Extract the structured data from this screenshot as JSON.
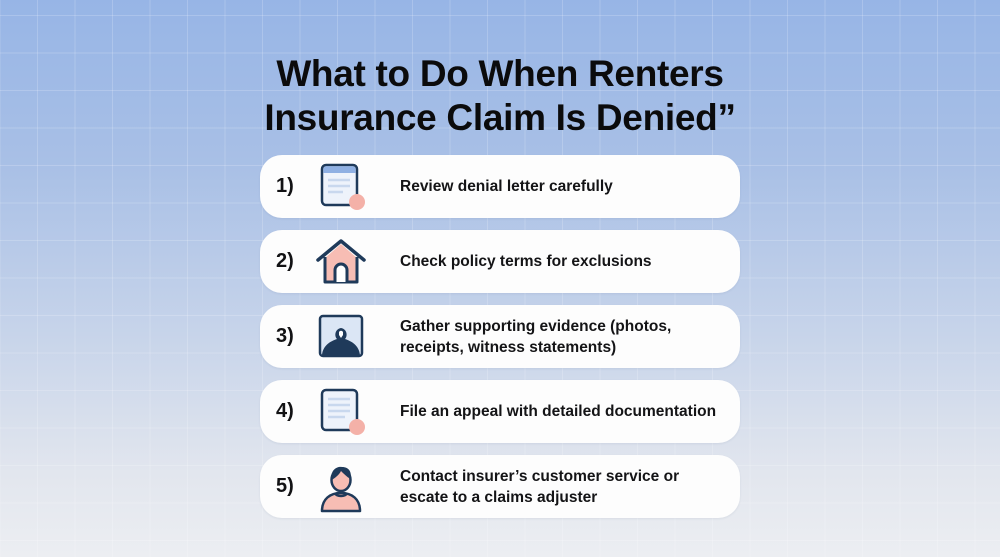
{
  "title": {
    "line1": "What to Do When Renters",
    "line2": "Insurance Claim Is Denied”"
  },
  "colors": {
    "icon_stroke": "#1f3a5a",
    "icon_accent": "#f4b1a8",
    "icon_fill_light": "#dfe8f5",
    "card_bg": "#fdfdfd"
  },
  "steps": [
    {
      "number": "1)",
      "icon": "document-icon",
      "text": "Review denial letter carefully"
    },
    {
      "number": "2)",
      "icon": "house-icon",
      "text": "Check policy terms for exclusions"
    },
    {
      "number": "3)",
      "icon": "photo-icon",
      "text": "Gather supporting evidence (photos, receipts, witness statements)"
    },
    {
      "number": "4)",
      "icon": "document-icon",
      "text": "File an appeal with detailed documentation"
    },
    {
      "number": "5)",
      "icon": "person-icon",
      "text": "Contact insurer’s customer service or escate to a claims adjuster"
    }
  ]
}
